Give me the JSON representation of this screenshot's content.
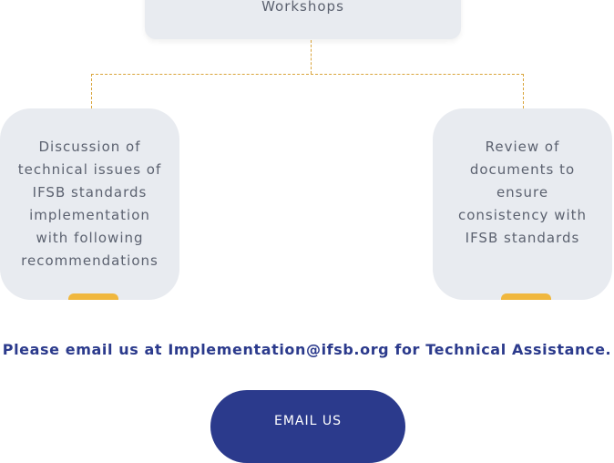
{
  "top_box": {
    "label": "Workshops"
  },
  "cards": [
    {
      "text": "Discussion of technical issues of IFSB standards implementation with following recommendations"
    },
    {
      "text": "Review of documents to ensure consistency with IFSB standards"
    }
  ],
  "cta": {
    "text": "Please email us at Implementation@ifsb.org for Technical Assistance.",
    "button_label": "EMAIL US"
  },
  "colors": {
    "card_bg": "#e8ebf0",
    "accent": "#f0b73e",
    "connector": "#d9a43a",
    "brand_blue": "#2b3a8c",
    "text_gray": "#5c6270"
  }
}
